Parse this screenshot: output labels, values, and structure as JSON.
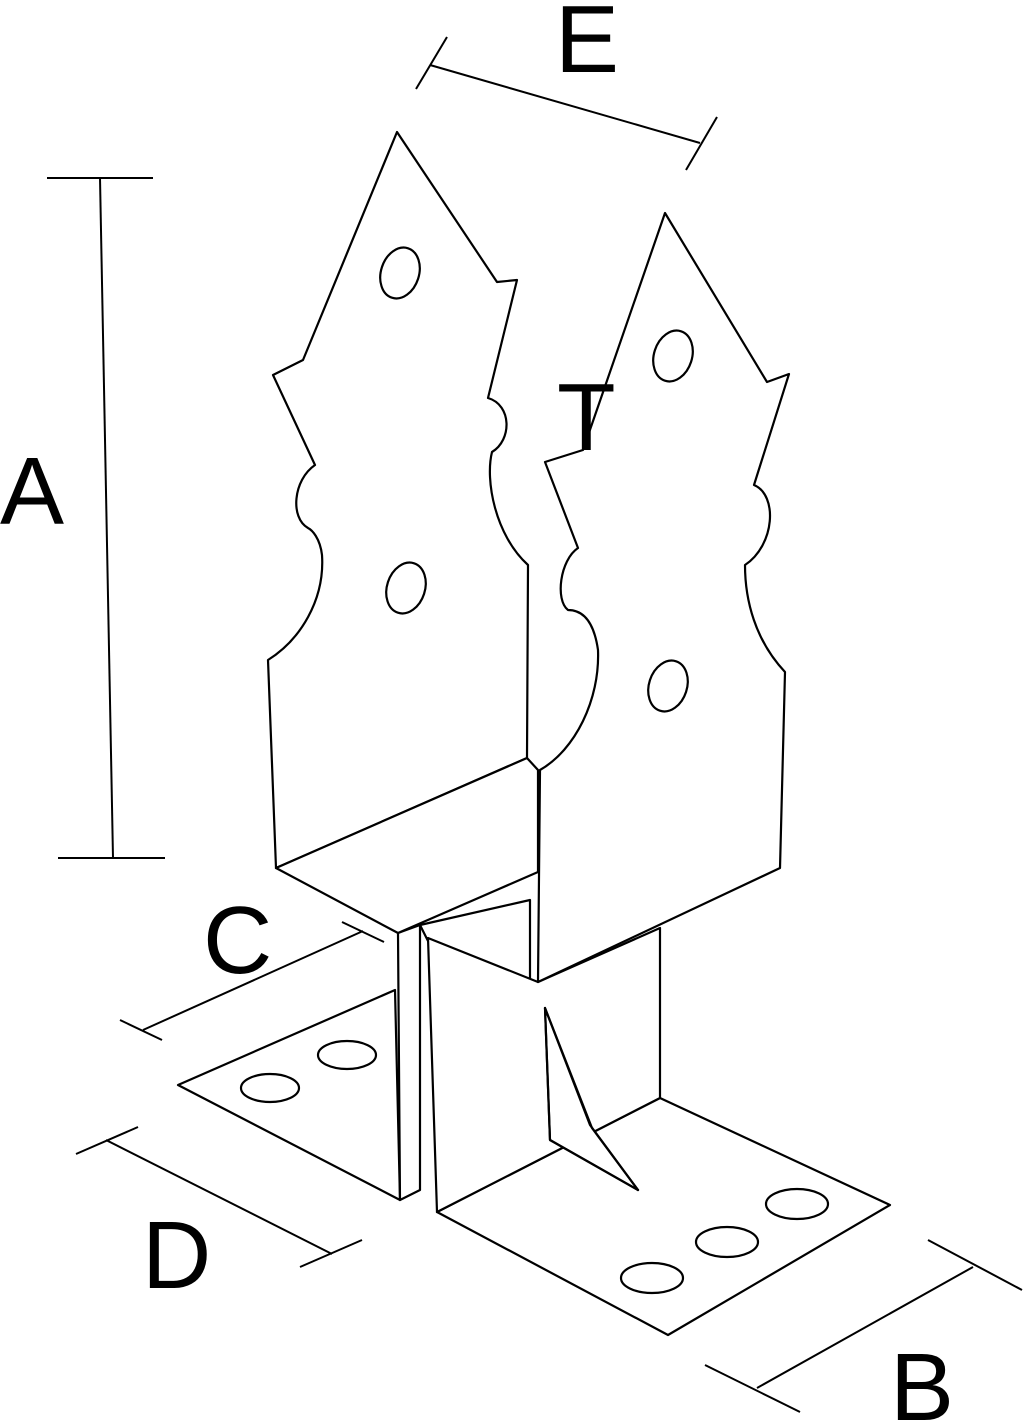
{
  "labels": {
    "A": "A",
    "B": "B",
    "C": "C",
    "D": "D",
    "E": "E",
    "T": "T"
  },
  "colors": {
    "stroke": "#000000",
    "background": "#ffffff"
  }
}
